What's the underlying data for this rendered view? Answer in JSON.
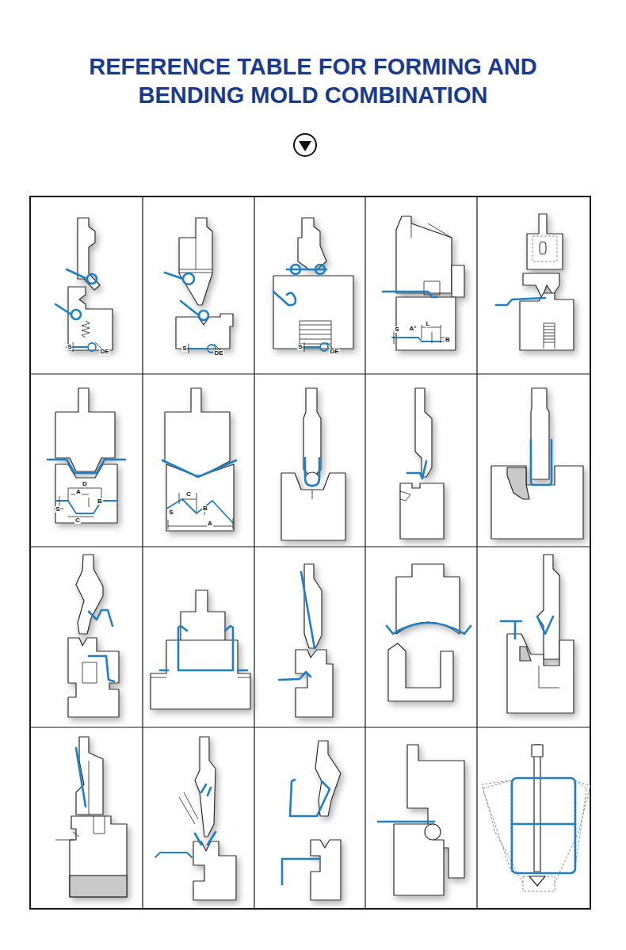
{
  "diagram": {
    "title": "REFERENCE TABLE FOR FORMING AND BENDING MOLD COMBINATION",
    "labels": [
      "S",
      "DE",
      "S",
      "DE",
      "S",
      "DE",
      "S",
      "A°",
      "L",
      "B",
      "D",
      "A",
      "S",
      "B",
      "C",
      "C",
      "S",
      "B",
      "A"
    ]
  }
}
